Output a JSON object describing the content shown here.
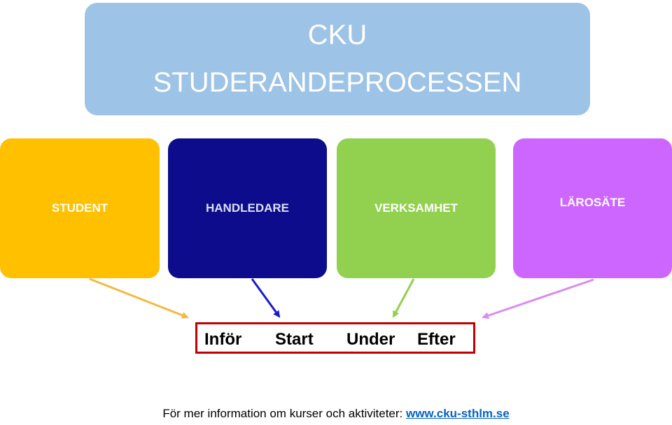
{
  "title": {
    "line1": "CKU",
    "line2": "STUDERANDEPROCESSEN"
  },
  "actors": [
    {
      "label": "STUDENT",
      "color": "#ffc000"
    },
    {
      "label": "HANDLEDARE",
      "color": "#0c0c8c"
    },
    {
      "label": "VERKSAMHET",
      "color": "#92d050"
    },
    {
      "label": "LÄROSÄTE",
      "color": "#cc66ff"
    }
  ],
  "phases": [
    "Inför",
    "Start",
    "Under",
    "Efter"
  ],
  "phase_border_color": "#c00000",
  "footer": {
    "text": "För mer information om kurser och aktiviteter: ",
    "link": "www.cku-sthlm.se"
  }
}
